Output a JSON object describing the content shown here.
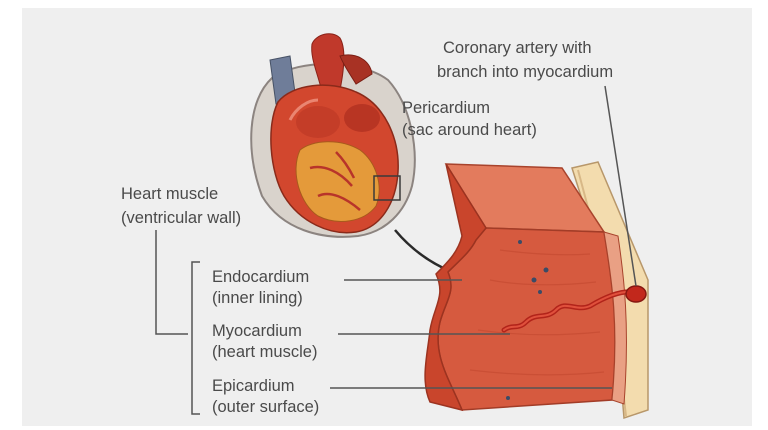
{
  "labels": {
    "coronary_line1": "Coronary artery with",
    "coronary_line2": "branch into myocardium",
    "pericardium_line1": "Pericardium",
    "pericardium_line2": "(sac around heart)",
    "heart_muscle_line1": "Heart muscle",
    "heart_muscle_line2": "(ventricular wall)",
    "endocardium_line1": "Endocardium",
    "endocardium_line2": "(inner lining)",
    "myocardium_line1": "Myocardium",
    "myocardium_line2": "(heart muscle)",
    "epicardium_line1": "Epicardium",
    "epicardium_line2": "(outer surface)"
  },
  "colors": {
    "background": "#efefef",
    "text": "#4a4a4a",
    "muscle": "#d7573c",
    "muscle_dark": "#b23a26",
    "pericardium": "#f2d9a8",
    "leader_line": "#555555"
  }
}
